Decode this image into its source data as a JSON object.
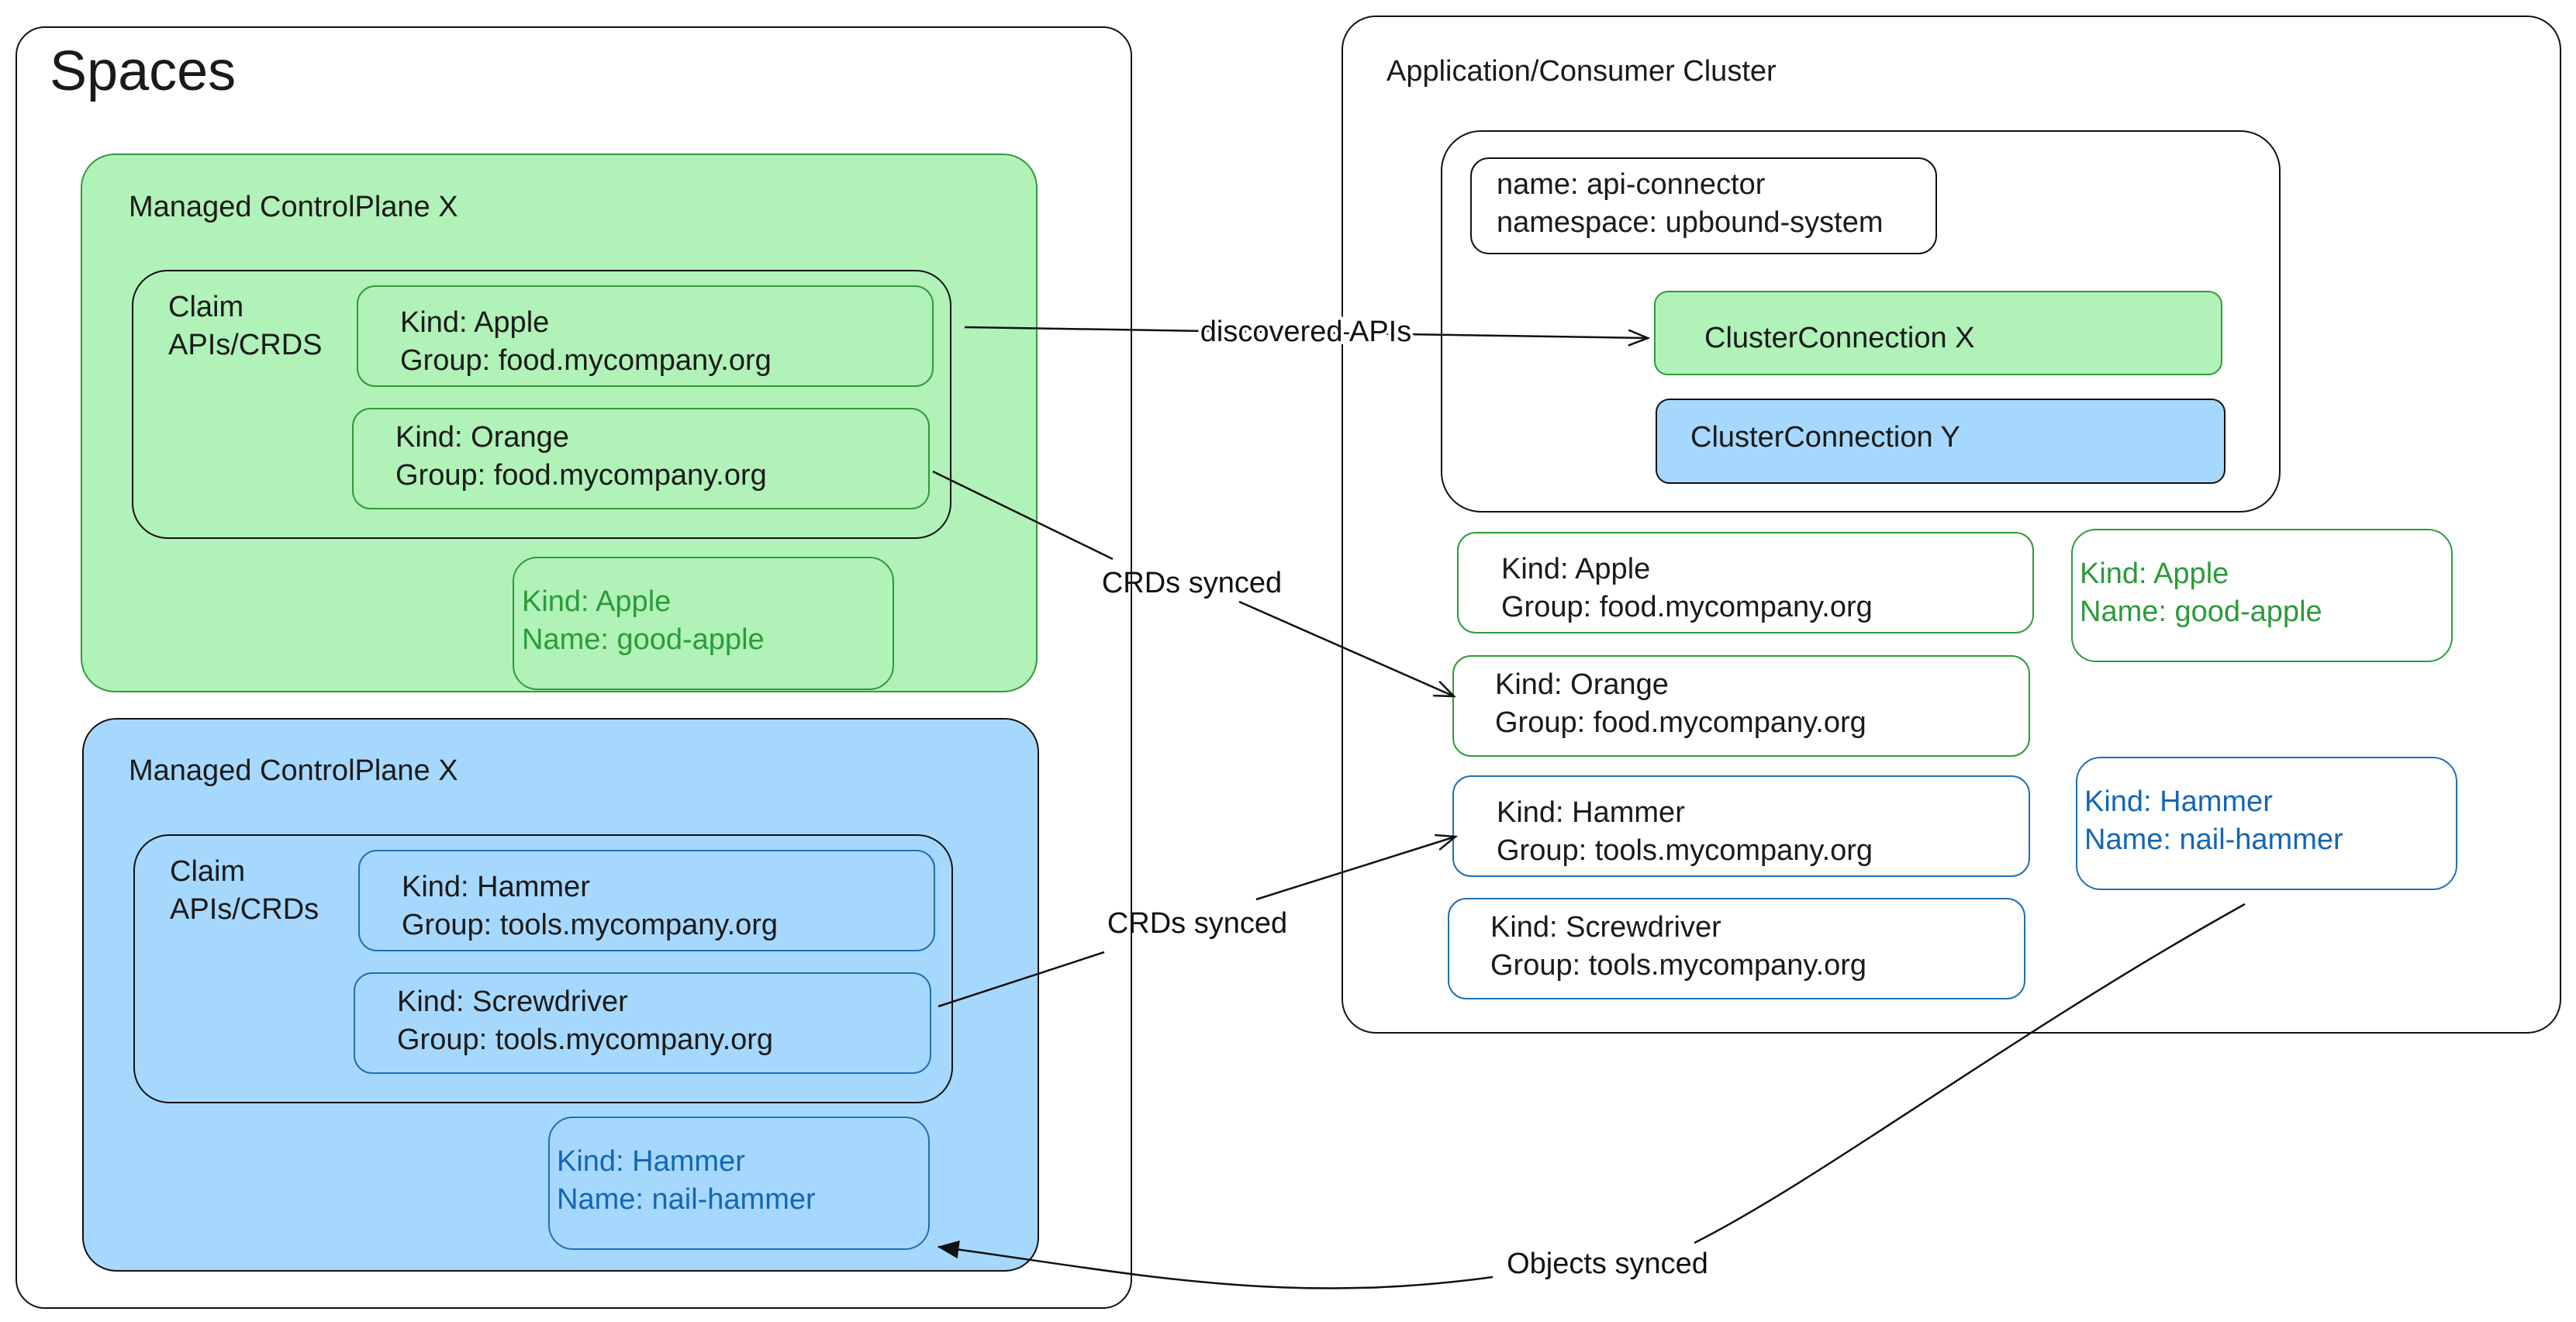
{
  "colors": {
    "green_fill": "#b0f2b8",
    "green_stroke": "#2e9b3a",
    "green_text": "#2c9a3a",
    "blue_fill": "#a6d8fd",
    "blue_stroke": "#1e6fb8",
    "blue_text": "#1466b5",
    "border": "#111111"
  },
  "spaces": {
    "title": "Spaces",
    "cp_green": {
      "title": "Managed ControlPlane X",
      "claim_label": [
        "Claim",
        "APIs/CRDS"
      ],
      "apple": [
        "Kind: Apple",
        "Group: food.mycompany.org"
      ],
      "orange": [
        "Kind: Orange",
        "Group: food.mycompany.org"
      ],
      "object": [
        "Kind: Apple",
        "Name: good-apple"
      ]
    },
    "cp_blue": {
      "title": "Managed ControlPlane X",
      "claim_label": [
        "Claim",
        "APIs/CRDs"
      ],
      "hammer": [
        "Kind: Hammer",
        "Group: tools.mycompany.org"
      ],
      "screwdriver": [
        "Kind: Screwdriver",
        "Group: tools.mycompany.org"
      ],
      "object": [
        "Kind: Hammer",
        "Name: nail-hammer"
      ]
    }
  },
  "consumer": {
    "title": "Application/Consumer Cluster",
    "connector": [
      "name: api-connector",
      "namespace: upbound-system"
    ],
    "cc_x": "ClusterConnection X",
    "cc_y": "ClusterConnection Y",
    "apple_crd": [
      "Kind: Apple",
      "Group: food.mycompany.org"
    ],
    "orange_crd": [
      "Kind: Orange",
      "Group: food.mycompany.org"
    ],
    "hammer_crd": [
      "Kind: Hammer",
      "Group: tools.mycompany.org"
    ],
    "screwdriver_crd": [
      "Kind: Screwdriver",
      "Group: tools.mycompany.org"
    ],
    "apple_obj": [
      "Kind: Apple",
      "Name: good-apple"
    ],
    "hammer_obj": [
      "Kind: Hammer",
      "Name: nail-hammer"
    ]
  },
  "edges": {
    "discovered": "discovered APIs",
    "crds_synced_1": "CRDs synced",
    "crds_synced_2": "CRDs synced",
    "objects_synced": "Objects synced"
  }
}
